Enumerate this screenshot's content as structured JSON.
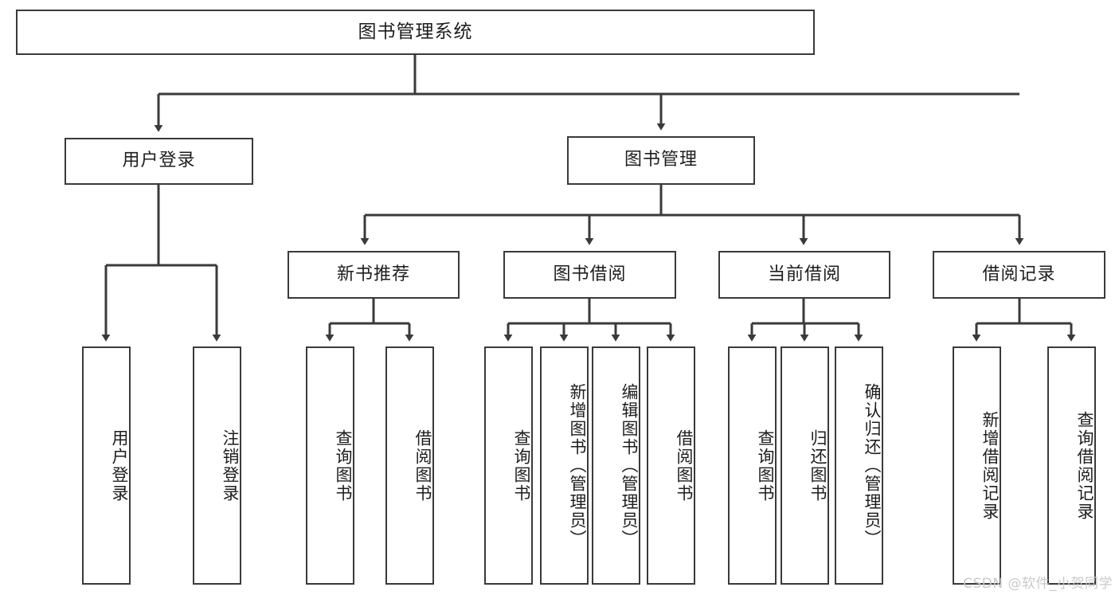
{
  "diagram": {
    "title_node": {
      "label": "图书管理系统"
    },
    "level2": [
      {
        "id": "user-login",
        "label": "用户登录"
      },
      {
        "id": "book-management",
        "label": "图书管理"
      }
    ],
    "level3": [
      {
        "id": "new-book-recommend",
        "label": "新书推荐"
      },
      {
        "id": "book-borrow",
        "label": "图书借阅"
      },
      {
        "id": "current-borrow",
        "label": "当前借阅"
      },
      {
        "id": "borrow-record",
        "label": "借阅记录"
      }
    ],
    "leaves": {
      "user_login": [
        {
          "id": "leaf-user-login",
          "label": "用户登录"
        },
        {
          "id": "leaf-logout-login",
          "label": "注销登录"
        }
      ],
      "new_book_recommend": [
        {
          "id": "leaf-query-book-1",
          "label": "查询图书"
        },
        {
          "id": "leaf-borrow-book-1",
          "label": "借阅图书"
        }
      ],
      "book_borrow": [
        {
          "id": "leaf-query-book-2",
          "label": "查询图书"
        },
        {
          "id": "leaf-add-book",
          "label": "新增图书（管理员）"
        },
        {
          "id": "leaf-edit-book",
          "label": "编辑图书（管理员）"
        },
        {
          "id": "leaf-borrow-book-2",
          "label": "借阅图书"
        }
      ],
      "current_borrow": [
        {
          "id": "leaf-query-book-3",
          "label": "查询图书"
        },
        {
          "id": "leaf-return-book",
          "label": "归还图书"
        },
        {
          "id": "leaf-confirm-return",
          "label": "确认归还（管理员）"
        }
      ],
      "borrow_record": [
        {
          "id": "leaf-add-borrow-record",
          "label": "新增借阅记录"
        },
        {
          "id": "leaf-query-borrow-record",
          "label": "查询借阅记录"
        }
      ]
    },
    "watermark": "CSDN @软件_小贺同学",
    "colors": {
      "stroke": "#3a3a3a",
      "fill": "#ffffff",
      "text": "#1d1d1d",
      "watermark": "#c9c9c9"
    }
  }
}
